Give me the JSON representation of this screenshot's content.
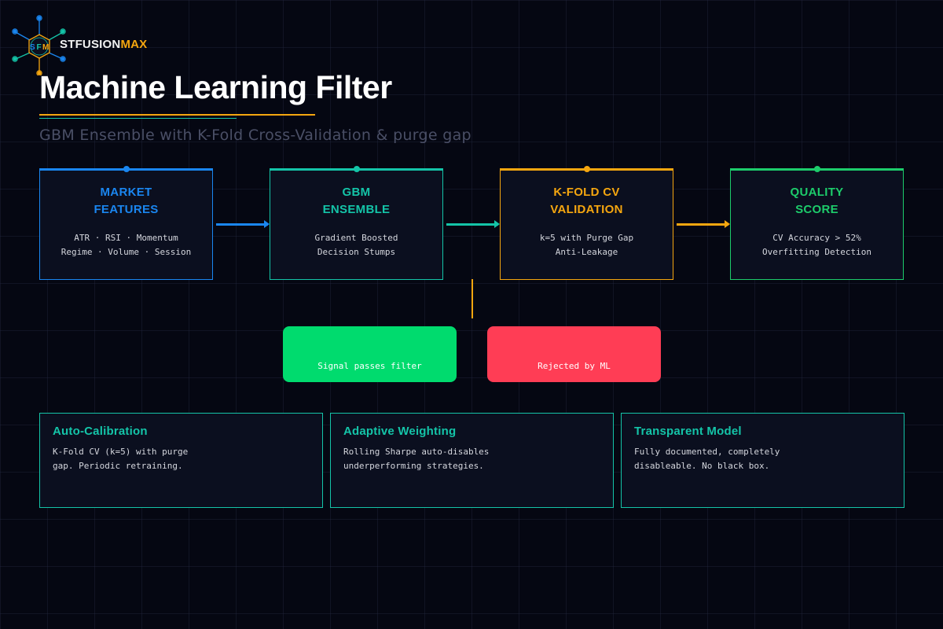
{
  "brand": {
    "name_part1": "STFUSION",
    "name_part2": "MAX",
    "logo_letters": [
      "S",
      "F",
      "M"
    ]
  },
  "colors": {
    "blue": "#1a86f0",
    "teal": "#14c4a8",
    "orange": "#f5a60f",
    "green": "#1dcc6b",
    "pass": "#00db6e",
    "reject": "#ff3d55",
    "background": "#050712",
    "panel": "#0b0f1f"
  },
  "header": {
    "title": "Machine Learning Filter",
    "subtitle": "GBM Ensemble with K-Fold Cross-Validation & purge gap"
  },
  "pipeline": [
    {
      "title_line1": "MARKET",
      "title_line2": "FEATURES",
      "desc_line1": "ATR · RSI · Momentum",
      "desc_line2": "Regime · Volume · Session",
      "color": "#1a86f0"
    },
    {
      "title_line1": "GBM",
      "title_line2": "ENSEMBLE",
      "desc_line1": "Gradient Boosted",
      "desc_line2": "Decision Stumps",
      "color": "#14c4a8"
    },
    {
      "title_line1": "K-FOLD CV",
      "title_line2": "VALIDATION",
      "desc_line1": "k=5 with Purge Gap",
      "desc_line2": "Anti-Leakage",
      "color": "#f5a60f"
    },
    {
      "title_line1": "QUALITY",
      "title_line2": "SCORE",
      "desc_line1": "CV Accuracy > 52%",
      "desc_line2": "Overfitting Detection",
      "color": "#1dcc6b"
    }
  ],
  "outcomes": {
    "pass": "Signal passes filter",
    "reject": "Rejected by ML"
  },
  "cards": [
    {
      "title": "Auto-Calibration",
      "desc": "K-Fold CV (k=5) with purge gap. Periodic retraining."
    },
    {
      "title": "Adaptive Weighting",
      "desc": "Rolling Sharpe auto-disables underperforming strategies."
    },
    {
      "title": "Transparent Model",
      "desc": "Fully documented, completely disableable. No black box."
    }
  ]
}
